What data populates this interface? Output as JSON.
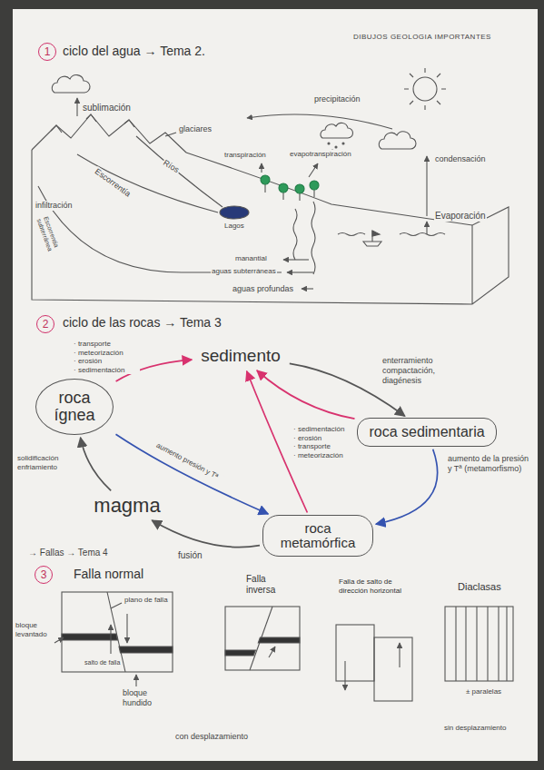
{
  "diagram": {
    "title": "DIBUJOS GEOLOGIA IMPORTANTES",
    "nodes": [
      {
        "text": [
          "1"
        ]
      },
      {
        "text": [
          "2"
        ]
      },
      {
        "text": [
          "sedimento"
        ]
      },
      {
        "text": [
          "roca ígnea"
        ]
      },
      {
        "text": [
          "roca sedimentaria"
        ]
      },
      {
        "text": [
          "magma"
        ]
      },
      {
        "text": [
          "roca metamórfica"
        ]
      },
      {
        "text": [
          "3"
        ]
      }
    ],
    "edges": [
      {
        "from": 3,
        "to": 2,
        "arrow": "to",
        "label": "· transporte · meteorización · erosión · sedimentación"
      },
      {
        "from": 2,
        "to": 4,
        "arrow": "to",
        "label": "enterramiento compactación, diagénesis"
      },
      {
        "from": 4,
        "to": 2,
        "arrow": "to",
        "label": "· sedimentación · erosión · transporte · meteorización"
      },
      {
        "from": 3,
        "to": 6,
        "arrow": "to",
        "label": "aumento presión y Tª"
      },
      {
        "from": 4,
        "to": 6,
        "arrow": "to",
        "label": "aumento de la presión y Tª (metamorfismo)"
      },
      {
        "from": 6,
        "to": 2,
        "arrow": "to"
      },
      {
        "from": 6,
        "to": 5,
        "arrow": "to",
        "label": "fusión"
      },
      {
        "from": 5,
        "to": 3,
        "arrow": "to",
        "label": "solidificación enfriamiento"
      }
    ],
    "labels": [
      "ciclo del agua → Tema 2.",
      "sublimación",
      "precipitación",
      "glaciares",
      "transpiración",
      "evapotranspiración",
      "condensación",
      "Ríos",
      "Escorrentía",
      "infiltración",
      "Evaporación",
      "Escorrentía subterránea",
      "Lagos",
      "manantial",
      "aguas subterráneas",
      "aguas profundas",
      "ciclo de las rocas → Tema 3",
      "→ Fallas → Tema 4",
      "Falla normal",
      "Falla inversa",
      "Falla de salto de dirección horizontal",
      "Diaclasas",
      "plano de falla",
      "bloque levantado",
      "salto de falla",
      "bloque hundido",
      "± paralelas",
      "con desplazamiento",
      "sin desplazamiento"
    ]
  }
}
